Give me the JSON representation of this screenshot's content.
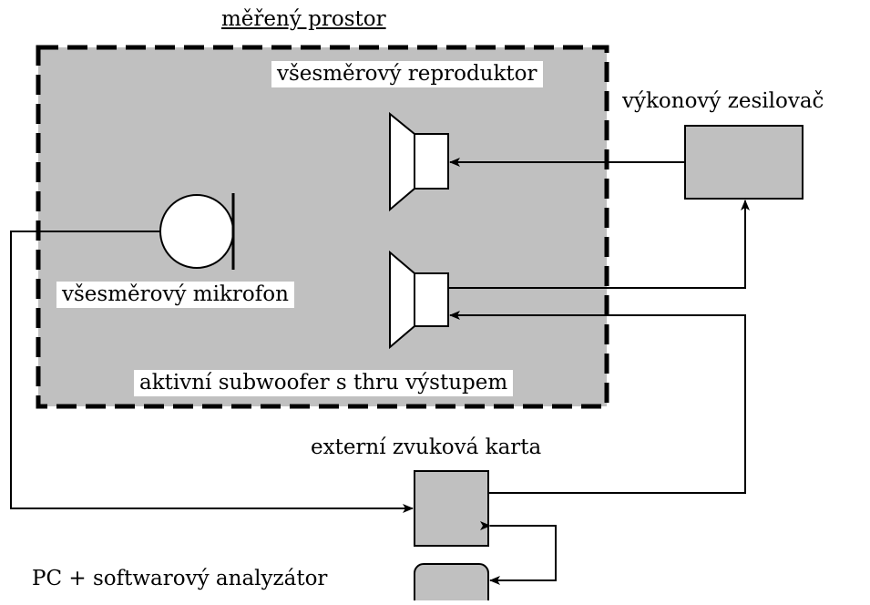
{
  "diagram": {
    "title": "měřený prostor",
    "labels": {
      "speaker": "všesměrový reproduktor",
      "amplifier": "výkonový zesilovač",
      "microphone": "všesměrový mikrofon",
      "subwoofer": "aktivní subwoofer s thru výstupem",
      "soundcard": "externí zvuková karta",
      "pc": "PC + softwarový analyzátor"
    },
    "colors": {
      "fill": "#c0c0c0",
      "stroke": "#000000",
      "background": "#ffffff"
    }
  }
}
